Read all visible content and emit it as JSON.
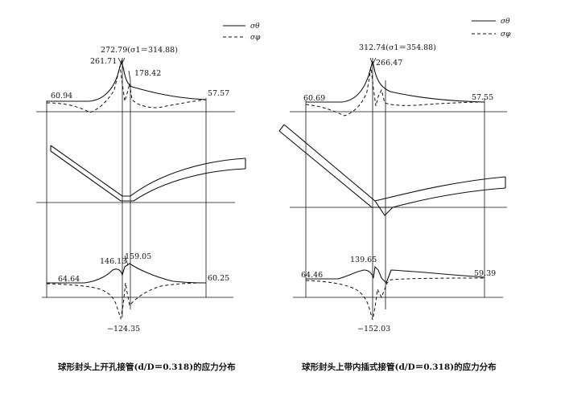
{
  "legend": {
    "left": {
      "solid": "σθ",
      "dashed": "σφ"
    },
    "right": {
      "solid": "σθ",
      "dashed": "σφ"
    }
  },
  "left_panel": {
    "caption": "球形封头上开孔接管(d/D＝0.318)的应力分布",
    "upper": {
      "peak": "272.79(σ1＝314.88)",
      "v1": "261.71",
      "v2": "178.42",
      "left_end": "60.94",
      "right_end": "57.57"
    },
    "lower": {
      "v1": "146.13",
      "v2": "159.05",
      "left_end": "64.64",
      "right_end": "60.25",
      "min": "−124.35"
    }
  },
  "right_panel": {
    "caption": "球形封头上带内插式接管(d/D＝0.318)的应力分布",
    "upper": {
      "peak": "312.74(σ1＝354.88)",
      "v1": "266.47",
      "left_end": "60.69",
      "right_end": "57.55"
    },
    "lower": {
      "v1": "139.65",
      "left_end": "64.46",
      "right_end": "59.39",
      "min": "−152.03"
    }
  }
}
